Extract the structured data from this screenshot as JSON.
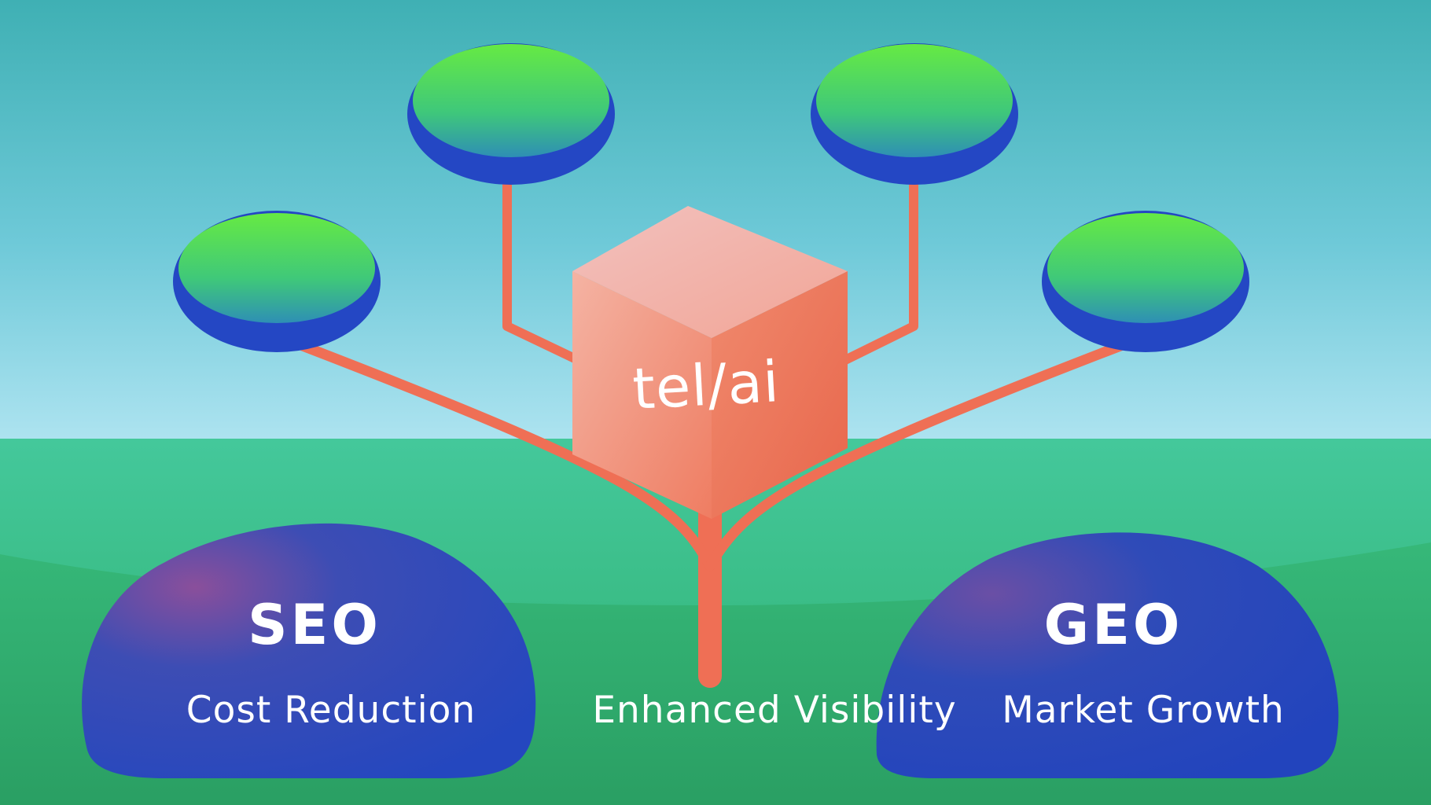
{
  "cube": {
    "text": "tel/ai"
  },
  "left_mound": {
    "title": "SEO",
    "subtitle": "Cost Reduction"
  },
  "right_mound": {
    "title": "GEO",
    "subtitle": "Market Growth"
  },
  "center_caption": "Enhanced Visibility",
  "colors": {
    "sky_top": "#3fb0b4",
    "sky_bottom": "#a9e1ef",
    "ground": "#3fc690",
    "ground_dark": "#2fb377",
    "branch": "#ef6f55",
    "mound": "#2d4cb8",
    "node_top": "#5fe447",
    "node_rim": "#2447c4"
  }
}
